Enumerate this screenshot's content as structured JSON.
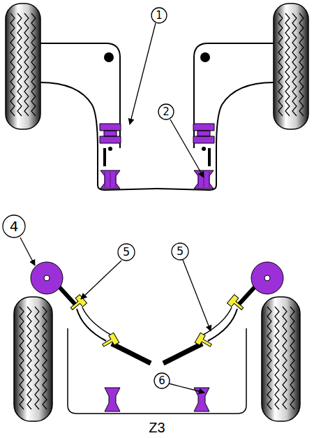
{
  "diagram": {
    "nodes": [
      {
        "text": [
          "1"
        ]
      },
      {
        "text": [
          "2"
        ]
      },
      {
        "text": [
          "4"
        ]
      },
      {
        "text": [
          "5"
        ]
      },
      {
        "text": [
          "5"
        ]
      },
      {
        "text": [
          "6"
        ]
      }
    ],
    "labels": [
      "Z3"
    ]
  }
}
